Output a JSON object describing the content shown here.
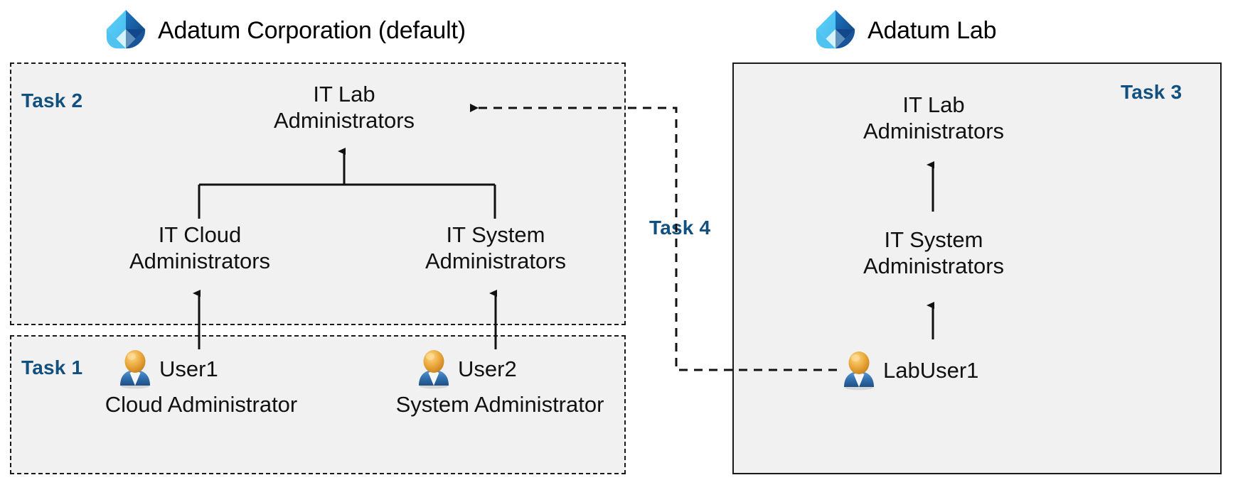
{
  "tenants": [
    {
      "id": "adatum-corporation",
      "name": "Adatum Corporation (default)",
      "logo_icon": "azure-ad-diamond-icon"
    },
    {
      "id": "adatum-lab",
      "name": "Adatum Lab",
      "logo_icon": "azure-ad-diamond-icon"
    }
  ],
  "tasks": {
    "task1": "Task 1",
    "task2": "Task 2",
    "task3": "Task 3",
    "task4": "Task 4"
  },
  "groups": {
    "it_lab_admins_line1": "IT Lab",
    "it_lab_admins_line2": "Administrators",
    "it_cloud_admins_line1": "IT Cloud",
    "it_cloud_admins_line2": "Administrators",
    "it_system_admins_line1": "IT System",
    "it_system_admins_line2": "Administrators",
    "lab_it_lab_admins_line1": "IT Lab",
    "lab_it_lab_admins_line2": "Administrators",
    "lab_it_system_admins_line1": "IT System",
    "lab_it_system_admins_line2": "Administrators"
  },
  "users": {
    "user1": {
      "name": "User1",
      "caption": "Cloud Administrator",
      "icon": "user-avatar-icon"
    },
    "user2": {
      "name": "User2",
      "caption": "System Administrator",
      "icon": "user-avatar-icon"
    },
    "labuser1": {
      "name": "LabUser1",
      "caption": "",
      "icon": "user-avatar-icon"
    }
  },
  "colors": {
    "task_label": "#11507f",
    "box_fill": "#f1f1f1",
    "border": "#1a1a1a",
    "logo_light_blue": "#50c7f0",
    "logo_mid_blue": "#1f8fd6",
    "logo_dark_blue": "#134a8e",
    "logo_pale": "#cdeefb",
    "avatar_head": "#e8a33d",
    "avatar_body": "#2f6bab"
  }
}
